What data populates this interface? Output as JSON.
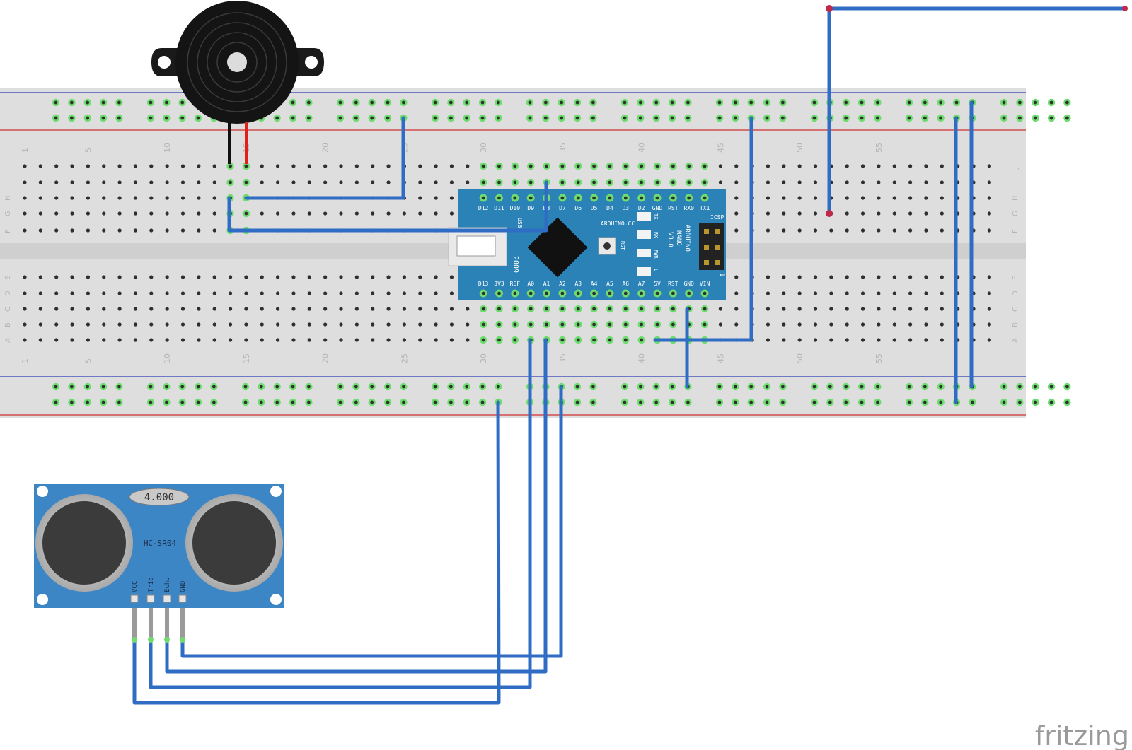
{
  "breadboard": {
    "row_letters_top": [
      "J",
      "I",
      "H",
      "G",
      "F"
    ],
    "row_letters_bottom": [
      "E",
      "D",
      "C",
      "B",
      "A"
    ],
    "column_numbers": [
      "1",
      "5",
      "10",
      "15",
      "20",
      "25",
      "30",
      "35",
      "40",
      "45",
      "50",
      "55"
    ]
  },
  "arduino": {
    "top_pins": [
      "D12",
      "D11",
      "D10",
      "D9",
      "D8",
      "D7",
      "D6",
      "D5",
      "D4",
      "D3",
      "D2",
      "GND",
      "RST",
      "RX0",
      "TX1"
    ],
    "bottom_pins": [
      "D13",
      "3V3",
      "REF",
      "A0",
      "A1",
      "A2",
      "A3",
      "A4",
      "A5",
      "A6",
      "A7",
      "5V",
      "RST",
      "GND",
      "VIN"
    ],
    "brand": "ARDUINO.CC",
    "model_lines": [
      "ARDUINO",
      "NANO",
      "V3.0"
    ],
    "icsp": "ICSP",
    "reset_label": "RST",
    "year": "2009",
    "usb_label": "USB",
    "led_labels": [
      "TX",
      "RX",
      "PWR",
      "L"
    ],
    "icsp_pin": "1"
  },
  "sensor": {
    "crystal": "4.000",
    "model": "HC-SR04",
    "pins": [
      "VCC",
      "Trig",
      "Echo",
      "GND"
    ]
  },
  "watermark": "fritzing",
  "colors": {
    "board": "#dedede",
    "rail_red": "#d0302f",
    "rail_blue": "#2b3db6",
    "wire": "#2f6cc4",
    "hole_green": "#5fd35f",
    "arduino_blue": "#2b82b6",
    "sensor_blue": "#3d86c6"
  }
}
